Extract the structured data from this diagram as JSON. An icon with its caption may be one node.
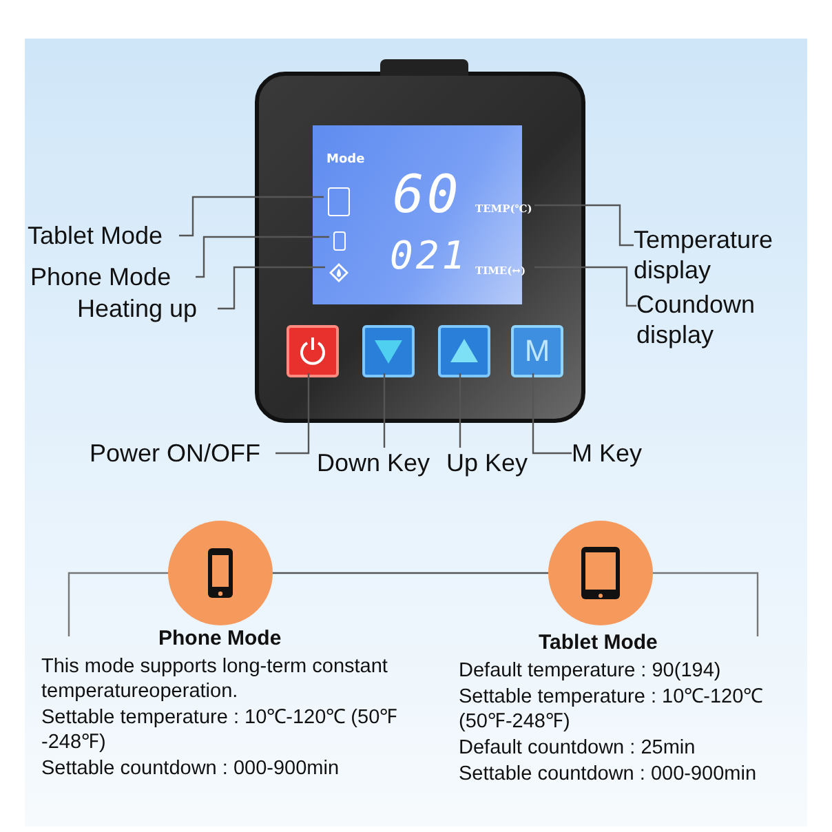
{
  "diagram": {
    "nodes": [
      {
        "text": [],
        "shape": "box"
      },
      {
        "text": [
          "Mode",
          "60",
          "021"
        ],
        "in": 0
      },
      {
        "text": [],
        "shape": "box",
        "in": 1
      },
      {
        "text": [],
        "shape": "box",
        "in": 1
      },
      {
        "text": [],
        "shape": "picture",
        "in": 1
      },
      {
        "text": [
          "TEMP(℃)"
        ],
        "in": 1
      },
      {
        "text": [
          "TIME(↔)"
        ],
        "in": 1
      },
      {
        "text": [],
        "shape": "box",
        "in": 0
      },
      {
        "text": [],
        "shape": "box",
        "in": 0
      },
      {
        "text": [],
        "shape": "box",
        "in": 0
      },
      {
        "text": [
          "M"
        ],
        "in": 0
      },
      {
        "text": [
          "Tablet Mode"
        ]
      },
      {
        "text": [
          "Phone Mode"
        ]
      },
      {
        "text": [
          "Heating up"
        ]
      },
      {
        "text": [
          "Temperature display"
        ]
      },
      {
        "text": [
          "Coundown display"
        ]
      },
      {
        "text": [
          "Power ON/OFF"
        ]
      },
      {
        "text": [
          "Down Key"
        ]
      },
      {
        "text": [
          "Up Key"
        ]
      },
      {
        "text": [
          "M Key"
        ]
      },
      {
        "text": [],
        "shape": "circle",
        "beside": [
          "Phone Mode",
          "This mode supports long-term constant temperatureoperation.",
          "Settable temperature : 10℃-120℃ (50℉ -248℉)",
          "Settable countdown : 000-900min"
        ]
      },
      {
        "text": [],
        "shape": "circle",
        "beside": [
          "Tablet Mode",
          "Default temperature : 90(194)",
          "Settable temperature : 10℃-120℃ (50℉-248℉)",
          "Default countdown : 25min",
          "Settable countdown : 000-900min"
        ]
      }
    ],
    "edges": [
      {
        "from": 11,
        "to": 2,
        "arrow": "none"
      },
      {
        "from": 12,
        "to": 3,
        "arrow": "none"
      },
      {
        "from": 13,
        "to": 4,
        "arrow": "none"
      },
      {
        "from": 14,
        "to": 5,
        "arrow": "none"
      },
      {
        "from": 15,
        "to": 6,
        "arrow": "none"
      },
      {
        "from": 16,
        "to": 7,
        "arrow": "none"
      },
      {
        "from": 17,
        "to": 8,
        "arrow": "none"
      },
      {
        "from": 18,
        "to": 9,
        "arrow": "none"
      },
      {
        "from": 19,
        "to": 10,
        "arrow": "none"
      },
      {
        "from": 20,
        "to": 21,
        "arrow": "none"
      }
    ]
  }
}
